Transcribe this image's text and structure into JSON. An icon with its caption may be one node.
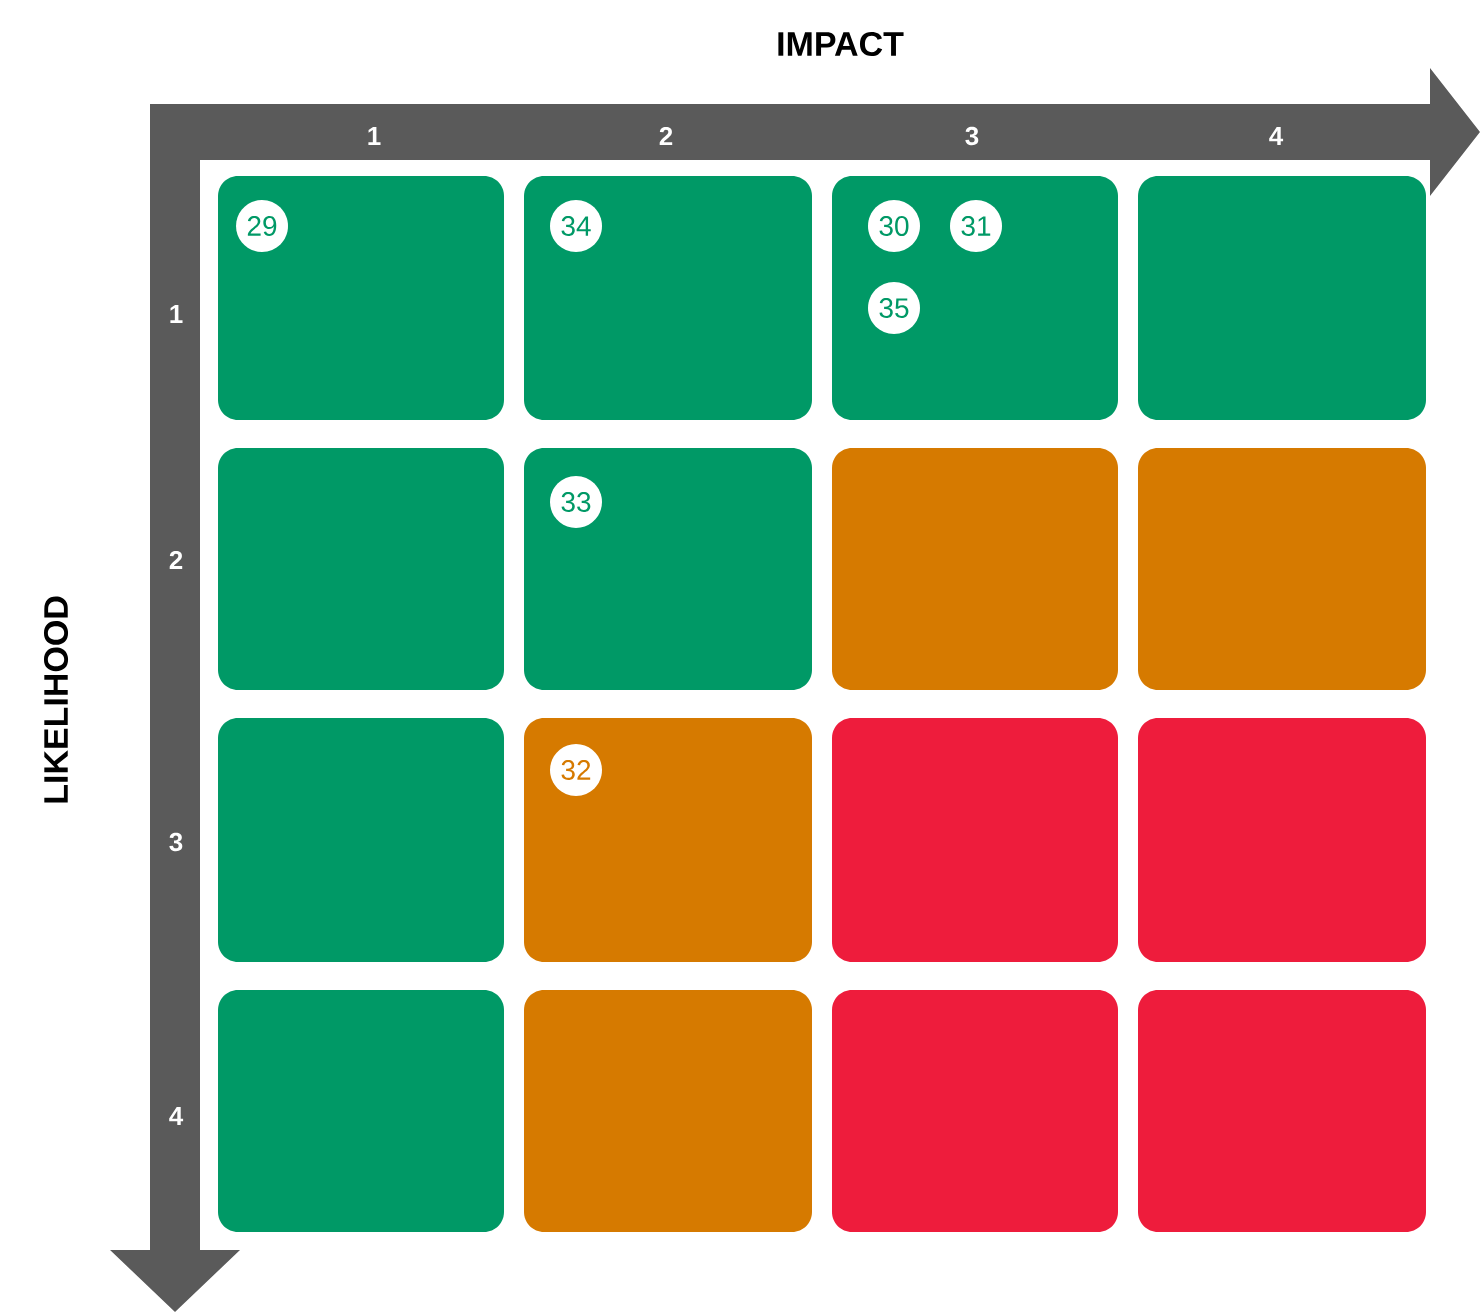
{
  "diagram": {
    "nodes": [
      {
        "text": [],
        "shape": "box"
      },
      {
        "text": [
          "29"
        ],
        "in": 0
      },
      {
        "text": [],
        "shape": "box"
      },
      {
        "text": [
          "34"
        ],
        "in": 2
      },
      {
        "text": [],
        "shape": "box"
      },
      {
        "text": [
          "30"
        ],
        "in": 4
      },
      {
        "text": [
          "31"
        ],
        "in": 4
      },
      {
        "text": [
          "35"
        ],
        "in": 4
      },
      {
        "text": [],
        "shape": "box"
      },
      {
        "text": [],
        "shape": "box"
      },
      {
        "text": [],
        "shape": "box"
      },
      {
        "text": [
          "33"
        ],
        "in": 10
      },
      {
        "text": [],
        "shape": "box"
      },
      {
        "text": [],
        "shape": "box"
      },
      {
        "text": [],
        "shape": "box"
      },
      {
        "text": [],
        "shape": "box"
      },
      {
        "text": [
          "32"
        ],
        "in": 15
      },
      {
        "text": [],
        "shape": "box"
      },
      {
        "text": [],
        "shape": "box"
      },
      {
        "text": [],
        "shape": "box"
      },
      {
        "text": [],
        "shape": "box"
      },
      {
        "text": [],
        "shape": "box"
      },
      {
        "text": [],
        "shape": "box"
      }
    ],
    "labels": [
      "IMPACT",
      "1",
      "2",
      "3",
      "4",
      "LIKELIHOOD",
      "1",
      "2",
      "3",
      "4"
    ]
  }
}
